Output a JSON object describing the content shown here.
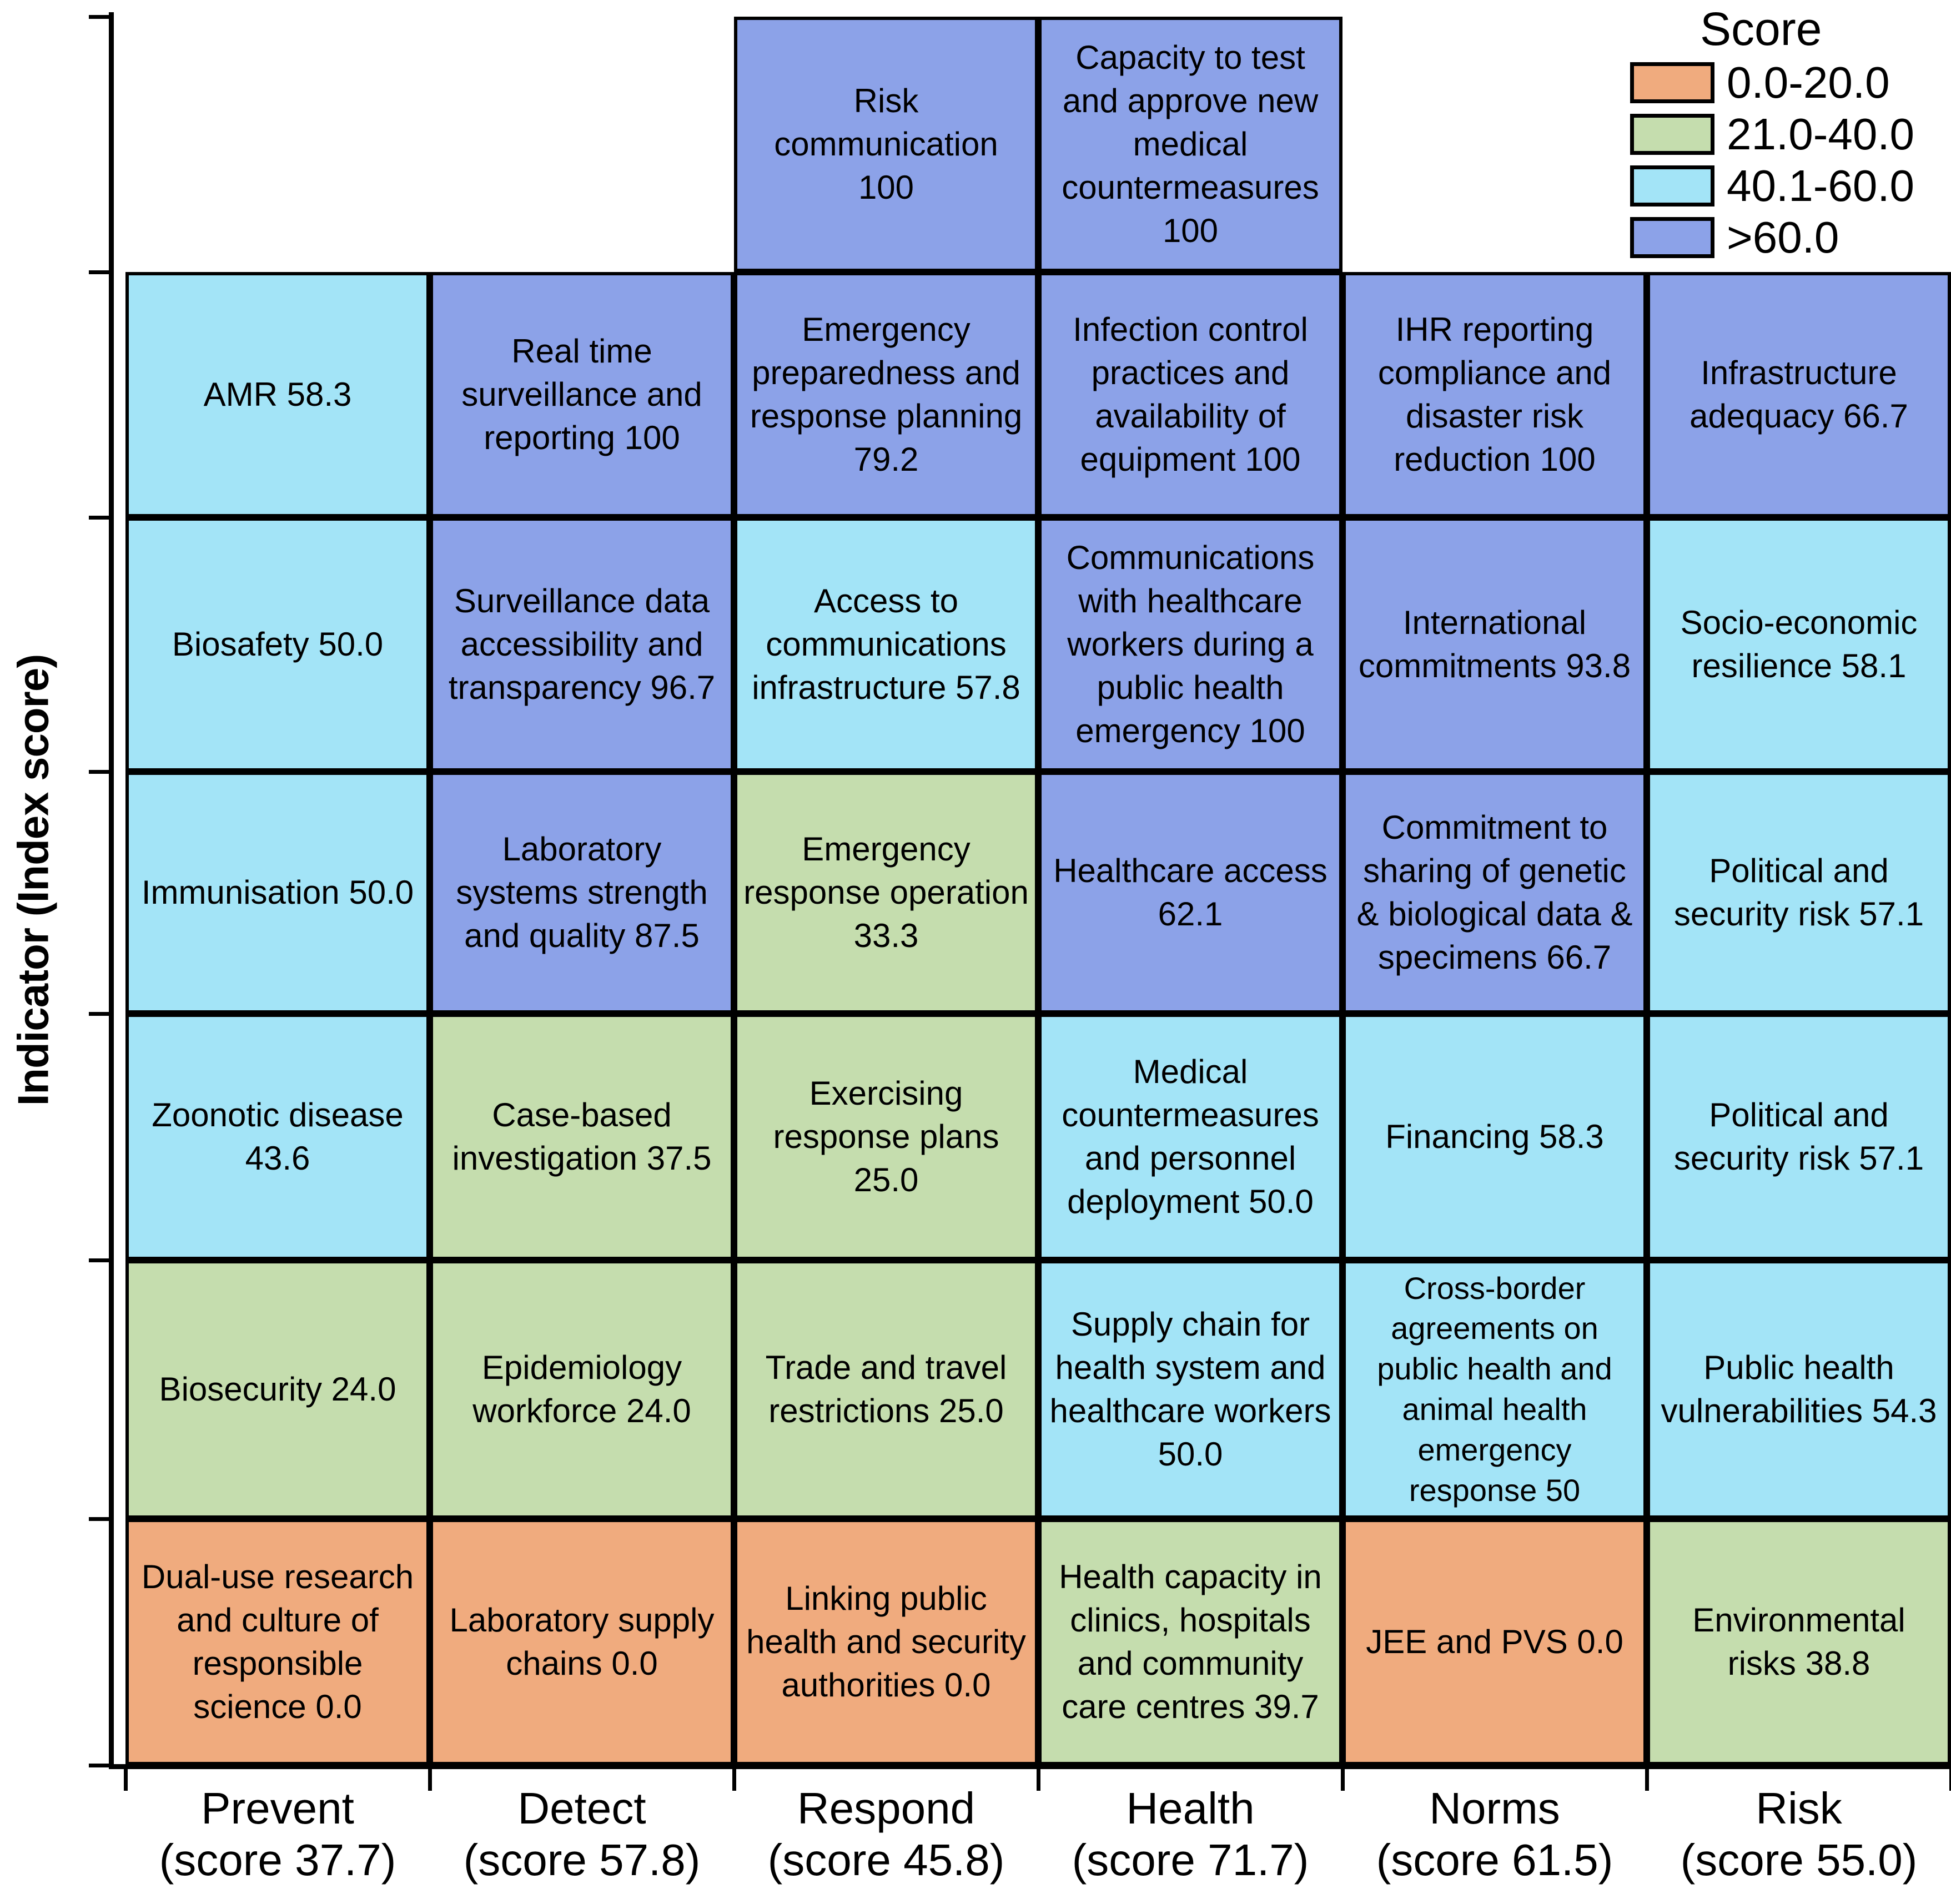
{
  "axes": {
    "y_title": "Indicator (Index score)",
    "x_labels": [
      {
        "name": "Prevent",
        "score": "(score 37.7)"
      },
      {
        "name": "Detect",
        "score": "(score 57.8)"
      },
      {
        "name": "Respond",
        "score": "(score 45.8)"
      },
      {
        "name": "Health",
        "score": "(score 71.7)"
      },
      {
        "name": "Norms",
        "score": "(score 61.5)"
      },
      {
        "name": "Risk",
        "score": "(score 55.0)"
      }
    ]
  },
  "legend": {
    "title": "Score",
    "entries": [
      {
        "label": "0.0-20.0",
        "color": "#F0AB7E"
      },
      {
        "label": "21.0-40.0",
        "color": "#C5DDAE"
      },
      {
        "label": "40.1-60.0",
        "color": "#A3E4F7"
      },
      {
        "label": ">60.0",
        "color": "#8CA2E8"
      }
    ]
  },
  "chart_data": {
    "type": "heatmap",
    "title": "",
    "xlabel": "",
    "ylabel": "Indicator (Index score)",
    "grid": true,
    "legend_position": "top-right",
    "categories": [
      "Prevent",
      "Detect",
      "Respond",
      "Health",
      "Norms",
      "Risk"
    ],
    "category_scores": [
      37.7,
      57.8,
      45.8,
      71.7,
      61.5,
      55.0
    ],
    "color_bins": [
      {
        "range": "0.0-20.0",
        "color": "#F0AB7E"
      },
      {
        "range": "21.0-40.0",
        "color": "#C5DDAE"
      },
      {
        "range": "40.1-60.0",
        "color": "#A3E4F7"
      },
      {
        "range": ">60.0",
        "color": "#8CA2E8"
      }
    ],
    "columns": [
      {
        "name": "Prevent",
        "cells": [
          {
            "label": "AMR 58.3",
            "value": 58.3,
            "bin": "40.1-60.0"
          },
          {
            "label": "Biosafety 50.0",
            "value": 50.0,
            "bin": "40.1-60.0"
          },
          {
            "label": "Immunisation 50.0",
            "value": 50.0,
            "bin": "40.1-60.0"
          },
          {
            "label": "Zoonotic disease 43.6",
            "value": 43.6,
            "bin": "40.1-60.0"
          },
          {
            "label": "Biosecurity 24.0",
            "value": 24.0,
            "bin": "21.0-40.0"
          },
          {
            "label": "Dual-use research and culture of responsible science 0.0",
            "value": 0.0,
            "bin": "0.0-20.0"
          }
        ]
      },
      {
        "name": "Detect",
        "cells": [
          {
            "label": "Real time surveillance and reporting 100",
            "value": 100,
            "bin": ">60.0"
          },
          {
            "label": "Surveillance data accessibility and transparency 96.7",
            "value": 96.7,
            "bin": ">60.0"
          },
          {
            "label": "Laboratory systems strength and quality 87.5",
            "value": 87.5,
            "bin": ">60.0"
          },
          {
            "label": "Case-based investigation 37.5",
            "value": 37.5,
            "bin": "21.0-40.0"
          },
          {
            "label": "Epidemiology workforce 24.0",
            "value": 24.0,
            "bin": "21.0-40.0"
          },
          {
            "label": "Laboratory supply chains 0.0",
            "value": 0.0,
            "bin": "0.0-20.0"
          }
        ]
      },
      {
        "name": "Respond",
        "top_cell": {
          "label": "Risk communication 100",
          "value": 100,
          "bin": ">60.0"
        },
        "cells": [
          {
            "label": "Emergency preparedness and response planning 79.2",
            "value": 79.2,
            "bin": ">60.0"
          },
          {
            "label": "Access to communications infrastructure 57.8",
            "value": 57.8,
            "bin": "40.1-60.0"
          },
          {
            "label": "Emergency response operation 33.3",
            "value": 33.3,
            "bin": "21.0-40.0"
          },
          {
            "label": "Exercising response plans 25.0",
            "value": 25.0,
            "bin": "21.0-40.0"
          },
          {
            "label": "Trade and travel restrictions 25.0",
            "value": 25.0,
            "bin": "21.0-40.0"
          },
          {
            "label": "Linking public health and security authorities 0.0",
            "value": 0.0,
            "bin": "0.0-20.0"
          }
        ]
      },
      {
        "name": "Health",
        "top_cell": {
          "label": "Capacity to test and approve new medical countermeasures 100",
          "value": 100,
          "bin": ">60.0"
        },
        "cells": [
          {
            "label": "Infection control practices and availability of equipment 100",
            "value": 100,
            "bin": ">60.0"
          },
          {
            "label": "Communications with healthcare workers during a public health emergency 100",
            "value": 100,
            "bin": ">60.0"
          },
          {
            "label": "Healthcare access 62.1",
            "value": 62.1,
            "bin": ">60.0"
          },
          {
            "label": "Medical countermeasures and personnel deployment 50.0",
            "value": 50.0,
            "bin": "40.1-60.0"
          },
          {
            "label": "Supply chain for health system and healthcare workers 50.0",
            "value": 50.0,
            "bin": "40.1-60.0"
          },
          {
            "label": "Health capacity in clinics, hospitals and community care centres 39.7",
            "value": 39.7,
            "bin": "21.0-40.0"
          }
        ]
      },
      {
        "name": "Norms",
        "cells": [
          {
            "label": "IHR reporting compliance and disaster risk reduction 100",
            "value": 100,
            "bin": ">60.0"
          },
          {
            "label": "International commitments 93.8",
            "value": 93.8,
            "bin": ">60.0"
          },
          {
            "label": "Commitment to sharing of genetic & biological data & specimens 66.7",
            "value": 66.7,
            "bin": ">60.0"
          },
          {
            "label": "Financing 58.3",
            "value": 58.3,
            "bin": "40.1-60.0"
          },
          {
            "label": "Cross-border agreements on public health and animal health emergency response 50",
            "value": 50,
            "bin": "40.1-60.0"
          },
          {
            "label": "JEE and PVS 0.0",
            "value": 0.0,
            "bin": "0.0-20.0"
          }
        ]
      },
      {
        "name": "Risk",
        "cells": [
          {
            "label": "Infrastructure adequacy 66.7",
            "value": 66.7,
            "bin": ">60.0"
          },
          {
            "label": "Socio-economic resilience 58.1",
            "value": 58.1,
            "bin": "40.1-60.0"
          },
          {
            "label": "Political and security risk 57.1",
            "value": 57.1,
            "bin": "40.1-60.0"
          },
          {
            "label": "Political and security risk 57.1",
            "value": 57.1,
            "bin": "40.1-60.0"
          },
          {
            "label": "Public health vulnerabilities 54.3",
            "value": 54.3,
            "bin": "40.1-60.0"
          },
          {
            "label": "Environmental risks 38.8",
            "value": 38.8,
            "bin": "21.0-40.0"
          }
        ]
      }
    ]
  }
}
